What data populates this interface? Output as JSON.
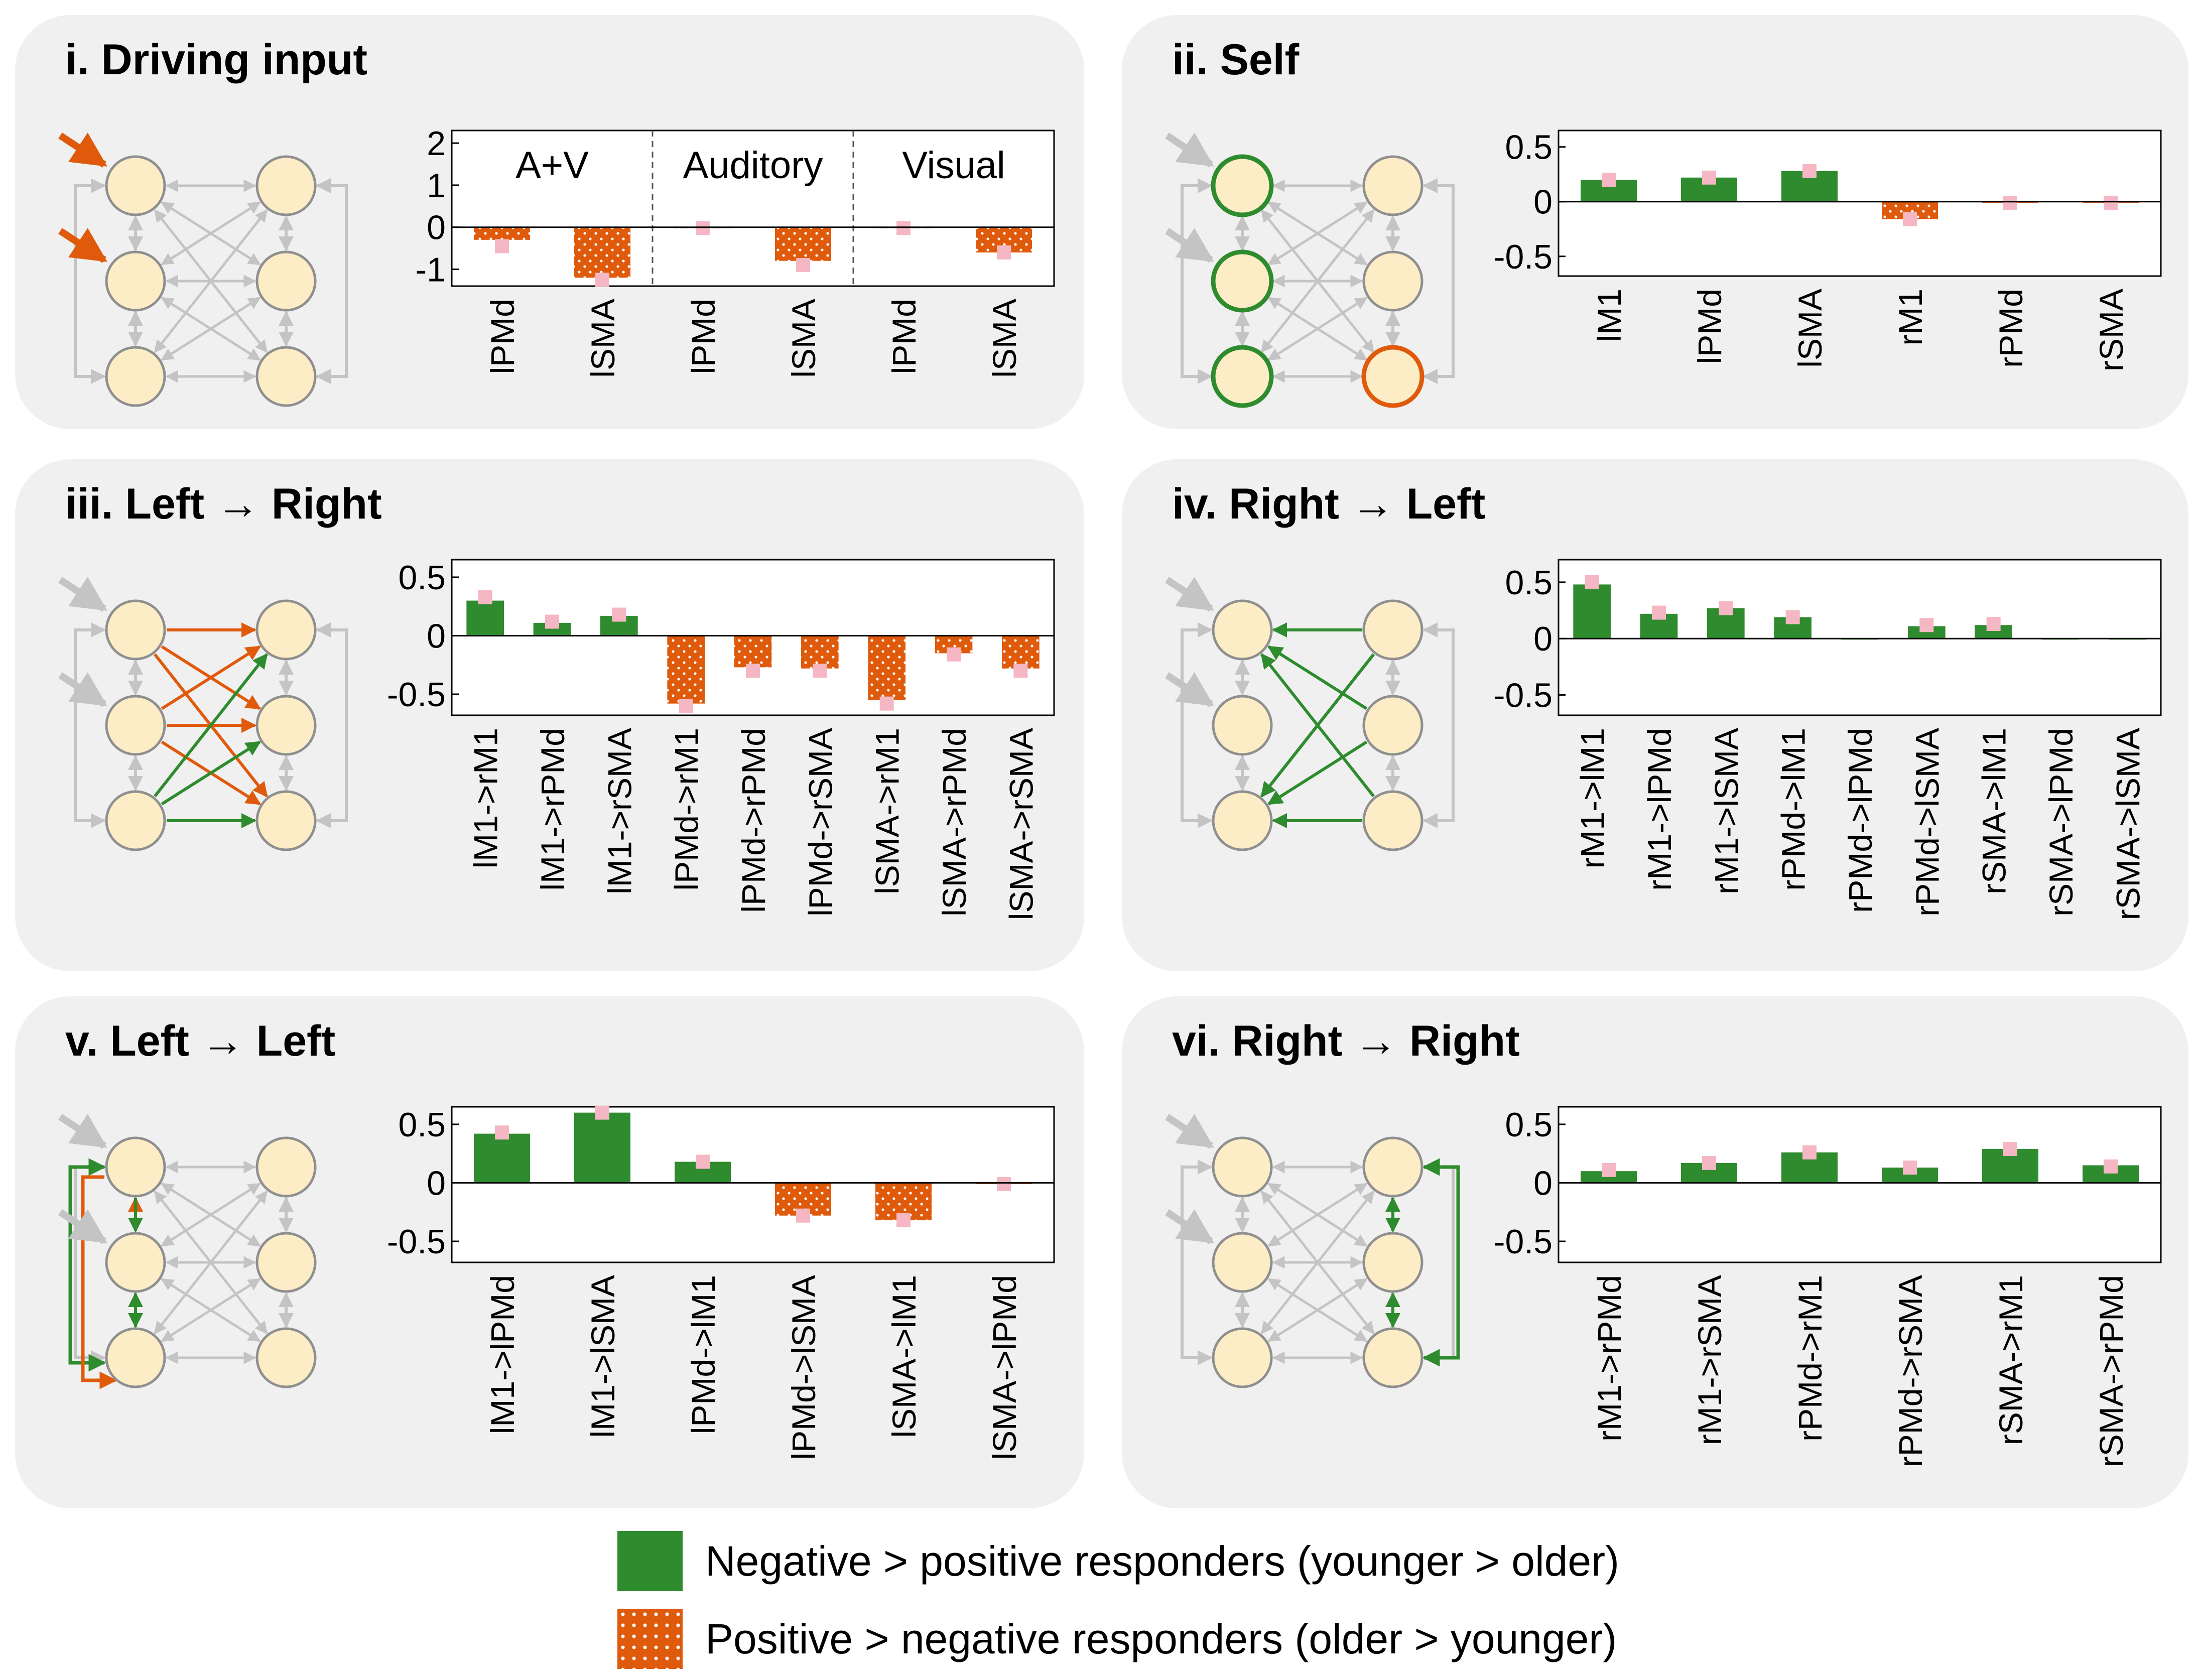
{
  "colors": {
    "green": "#2e8b2e",
    "orange": "#e05a0c",
    "pink": "#f5b7c3",
    "node_fill": "#fdedc6",
    "node_stroke": "#8f8f8f",
    "conn": "#c4c4c4",
    "panel_bg": "#f0f0f0"
  },
  "legend": {
    "negative_label": "Negative > positive responders (younger > older)",
    "positive_label": "Positive > negative responders (older > younger)"
  },
  "chart_data": [
    {
      "id": "driving-input",
      "title": "i. Driving input",
      "type": "bar",
      "ylim": [
        -1.4,
        2.3
      ],
      "yticks": [
        -1,
        0,
        1,
        2
      ],
      "grid": false,
      "groups": [
        "A+V",
        "Auditory",
        "Visual"
      ],
      "categories": [
        "lPMd",
        "lSMA",
        "lPMd",
        "lSMA",
        "lPMd",
        "lSMA"
      ],
      "values": [
        -0.3,
        -1.2,
        -0.02,
        -0.8,
        -0.02,
        -0.6
      ],
      "markers": [
        -0.45,
        -1.25,
        -0.02,
        -0.9,
        -0.02,
        -0.6
      ]
    },
    {
      "id": "self",
      "title": "ii. Self",
      "type": "bar",
      "ylim": [
        -0.68,
        0.65
      ],
      "yticks": [
        0.5,
        0,
        -0.5
      ],
      "ytick_labels": [
        "0.5",
        "0",
        "-0.5"
      ],
      "grid": false,
      "categories": [
        "lM1",
        "lPMd",
        "lSMA",
        "rM1",
        "rPMd",
        "rSMA"
      ],
      "values": [
        0.2,
        0.22,
        0.28,
        -0.16,
        -0.01,
        -0.01
      ],
      "markers": [
        0.2,
        0.22,
        0.28,
        -0.16,
        -0.01,
        -0.01
      ]
    },
    {
      "id": "left-right",
      "title": "iii. Left → Right",
      "type": "bar",
      "ylim": [
        -0.68,
        0.65
      ],
      "yticks": [
        0.5,
        0,
        -0.5
      ],
      "ytick_labels": [
        "0.5",
        "0",
        "-0.5"
      ],
      "grid": false,
      "categories": [
        "lM1->rM1",
        "lM1->rPMd",
        "lM1->rSMA",
        "lPMd->rM1",
        "lPMd->rPMd",
        "lPMd->rSMA",
        "lSMA->rM1",
        "lSMA->rPMd",
        "lSMA->rSMA"
      ],
      "values": [
        0.3,
        0.11,
        0.17,
        -0.58,
        -0.27,
        -0.28,
        -0.55,
        -0.15,
        -0.28
      ],
      "markers": [
        0.33,
        0.12,
        0.18,
        -0.6,
        -0.3,
        -0.3,
        -0.58,
        -0.16,
        -0.3
      ]
    },
    {
      "id": "right-left",
      "title": "iv. Right → Left",
      "type": "bar",
      "ylim": [
        -0.68,
        0.7
      ],
      "yticks": [
        0.5,
        0,
        -0.5
      ],
      "ytick_labels": [
        "0.5",
        "0",
        "-0.5"
      ],
      "grid": false,
      "categories": [
        "rM1->lM1",
        "rM1->lPMd",
        "rM1->lSMA",
        "rPMd->lM1",
        "rPMd->lPMd",
        "rPMd->lSMA",
        "rSMA->lM1",
        "rSMA->lPMd",
        "rSMA->lSMA"
      ],
      "values": [
        0.48,
        0.22,
        0.27,
        0.19,
        0,
        0.11,
        0.12,
        0,
        0
      ],
      "markers": [
        0.5,
        0.23,
        0.27,
        0.19,
        0,
        0.12,
        0.13,
        0,
        0
      ]
    },
    {
      "id": "left-left",
      "title": "v. Left → Left",
      "type": "bar",
      "ylim": [
        -0.68,
        0.65
      ],
      "yticks": [
        0.5,
        0,
        -0.5
      ],
      "ytick_labels": [
        "0.5",
        "0",
        "-0.5"
      ],
      "grid": false,
      "categories": [
        "lM1->lPMd",
        "lM1->lSMA",
        "lPMd->lM1",
        "lPMd->lSMA",
        "lSMA->lM1",
        "lSMA->lPMd"
      ],
      "values": [
        0.42,
        0.6,
        0.18,
        -0.28,
        -0.32,
        -0.01
      ],
      "markers": [
        0.43,
        0.6,
        0.18,
        -0.28,
        -0.32,
        -0.01
      ]
    },
    {
      "id": "right-right",
      "title": "vi. Right →  Right",
      "type": "bar",
      "ylim": [
        -0.68,
        0.65
      ],
      "yticks": [
        0.5,
        0,
        -0.5
      ],
      "ytick_labels": [
        "0.5",
        "0",
        "-0.5"
      ],
      "grid": false,
      "categories": [
        "rM1->rPMd",
        "rM1->rSMA",
        "rPMd->rM1",
        "rPMd->rSMA",
        "rSMA->rM1",
        "rSMA->rPMd"
      ],
      "values": [
        0.1,
        0.17,
        0.26,
        0.13,
        0.29,
        0.15
      ],
      "markers": [
        0.11,
        0.17,
        0.26,
        0.13,
        0.29,
        0.14
      ]
    }
  ]
}
